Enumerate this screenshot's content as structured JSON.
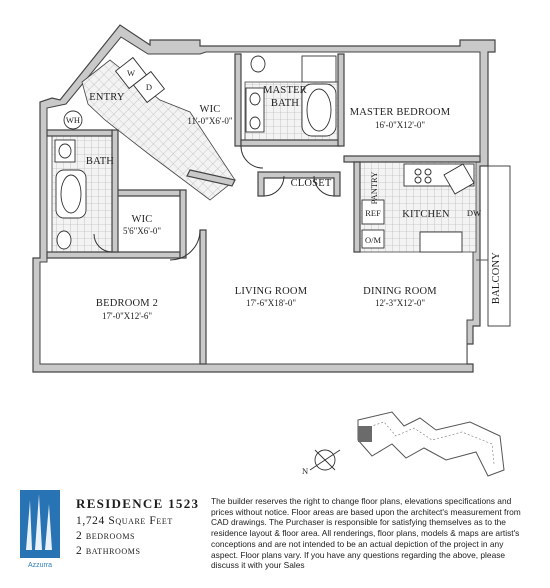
{
  "rooms": {
    "master_bedroom": {
      "name": "MASTER BEDROOM",
      "size": "16'-0\"X12'-0\""
    },
    "master_bath": {
      "name_line1": "MASTER",
      "name_line2": "BATH"
    },
    "wic_master": {
      "name": "WIC",
      "size": "11'-0\"X6'-0\""
    },
    "entry": {
      "name": "ENTRY"
    },
    "washer": {
      "name": "W"
    },
    "dryer": {
      "name": "D"
    },
    "water_heater": {
      "name": "WH"
    },
    "bath": {
      "name": "BATH"
    },
    "wic_bedroom2": {
      "name": "WIC",
      "size": "5'6\"X6'-0\""
    },
    "bedroom2": {
      "name": "BEDROOM 2",
      "size": "17'-0\"X12'-6\""
    },
    "living_room": {
      "name": "LIVING ROOM",
      "size": "17'-6\"X18'-0\""
    },
    "dining_room": {
      "name": "DINING ROOM",
      "size": "12'-3\"X12'-0\""
    },
    "closet": {
      "name": "CLOSET"
    },
    "pantry": {
      "name": "PANTRY"
    },
    "kitchen": {
      "name": "KITCHEN"
    },
    "ref": {
      "name": "REF"
    },
    "dw": {
      "name": "DW"
    },
    "om": {
      "name": "O/M"
    },
    "balcony": {
      "name": "BALCONY"
    }
  },
  "compass": {
    "north": "N"
  },
  "logo": {
    "text": "Azzurra",
    "color": "#2f7fc1"
  },
  "residence": {
    "title": "RESIDENCE 1523",
    "square_feet": "1,724 Square Feet",
    "bedrooms": "2 bedrooms",
    "bathrooms": "2 bathrooms"
  },
  "disclaimer": "The builder reserves the right to change floor plans, elevations specifications and prices without notice. Floor areas are based upon the architect's measurement from CAD drawings. The Purchaser is responsible for satisfying themselves as to the residence layout & floor area. All renderings, floor plans, models & maps are artist's conceptions and are not intended to be an actual depiction of the project in any aspect. Floor plans vary. If you have any questions regarding the above, please discuss it with your Sales",
  "colors": {
    "wall": "#c9c9c9",
    "tile": "#d8d8d8",
    "highlight_unit": "#6b6b6b"
  }
}
